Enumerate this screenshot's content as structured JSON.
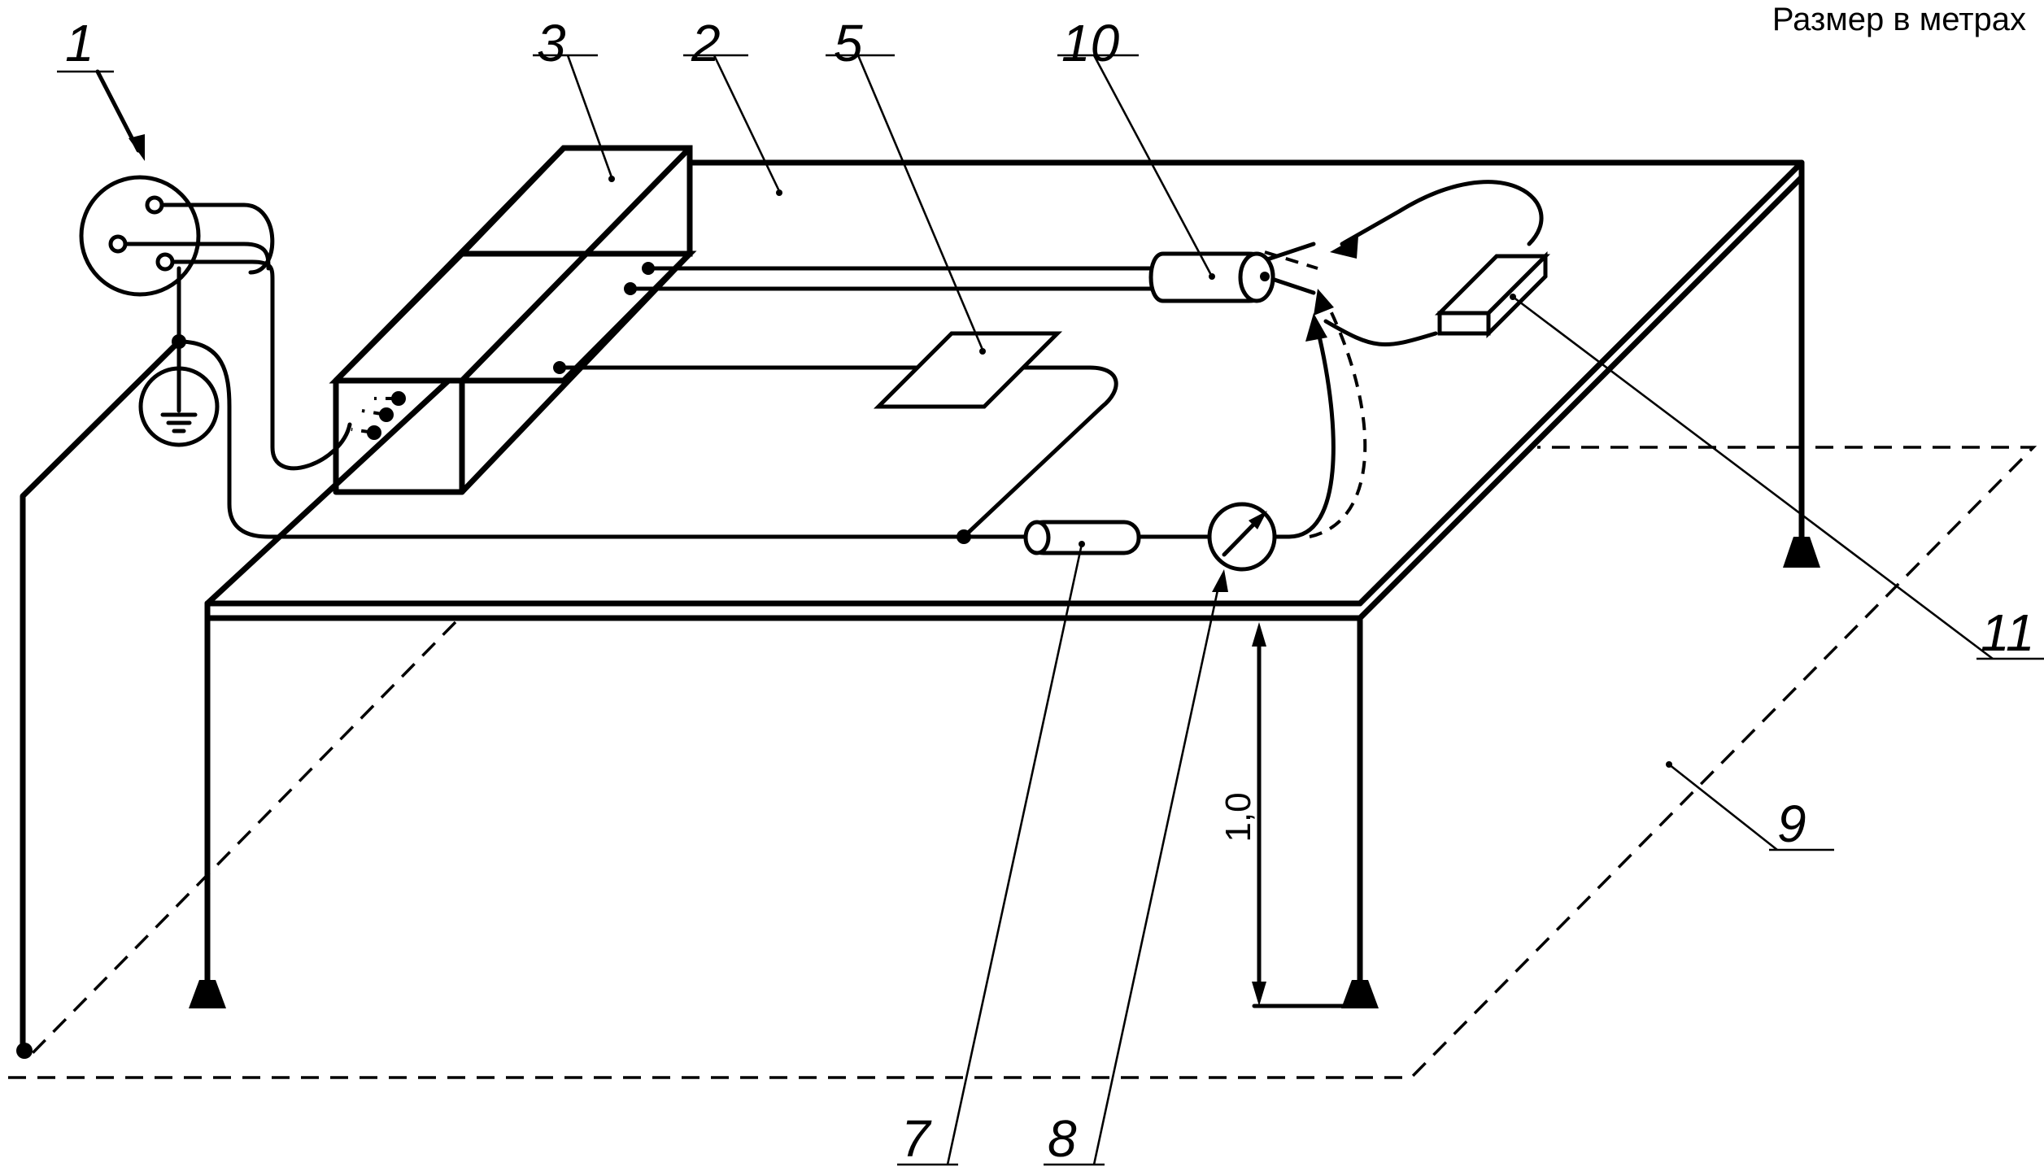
{
  "note": "Размер в метрах",
  "dimension": {
    "value_label": "1,0"
  },
  "callouts": {
    "c1": "1",
    "c2": "2",
    "c3": "3",
    "c5": "5",
    "c7": "7",
    "c8": "8",
    "c9": "9",
    "c10": "10",
    "c11": "11"
  }
}
